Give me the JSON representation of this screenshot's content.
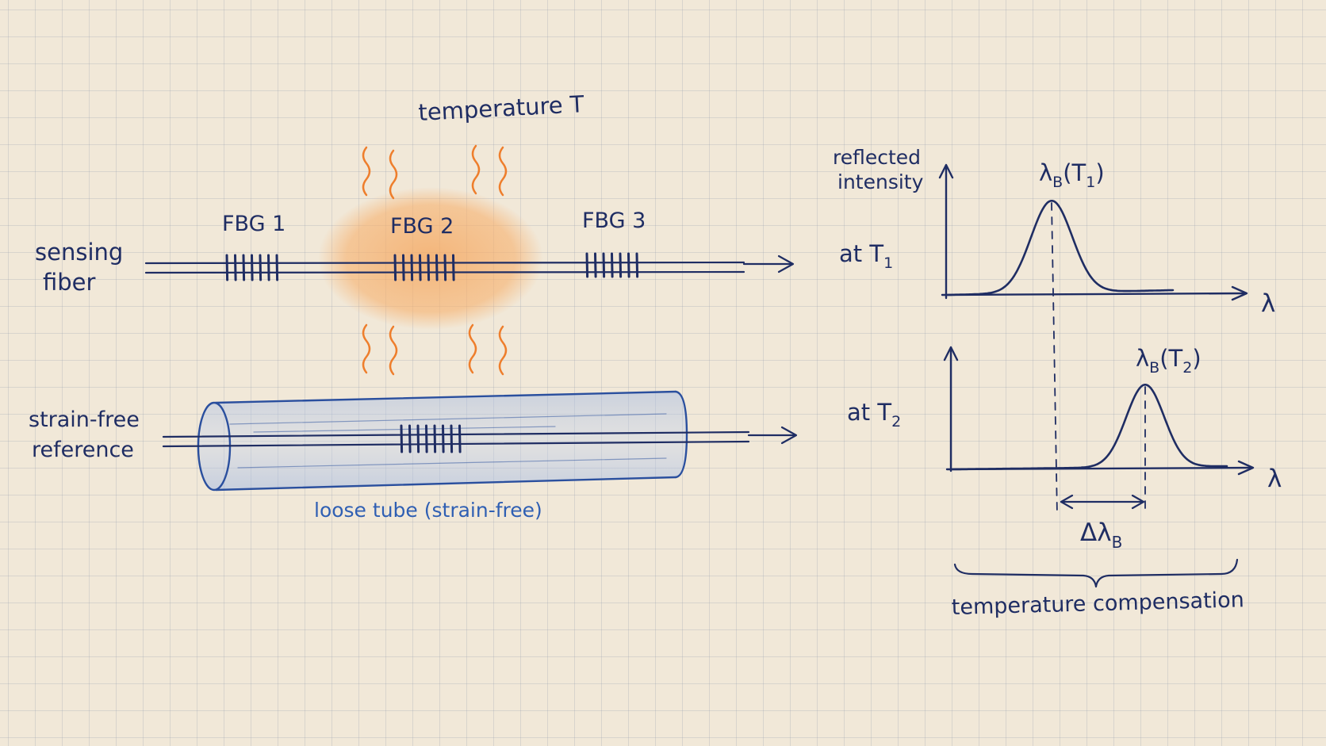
{
  "labels": {
    "temperature": "temperature T",
    "sensing_fiber_1": "sensing",
    "sensing_fiber_2": "fiber",
    "fbg1": "FBG 1",
    "fbg2": "FBG 2",
    "fbg3": "FBG 3",
    "reference_1": "strain-free",
    "reference_2": "reference",
    "loose_tube": "loose tube (strain-free)",
    "reflected_1": "reflected",
    "reflected_2": "intensity",
    "at": "at T",
    "sub1": "1",
    "sub2": "2",
    "lambda": "λ",
    "lambda_b": "λ",
    "sub_b": "B",
    "t_open": "(T",
    "close": ")",
    "delta": "Δλ",
    "compensation": "temperature compensation"
  },
  "colors": {
    "ink": "#1f2d63",
    "tube": "#2a4f9e",
    "heat": "#ee7e2c",
    "paper": "#f1e8d8"
  }
}
